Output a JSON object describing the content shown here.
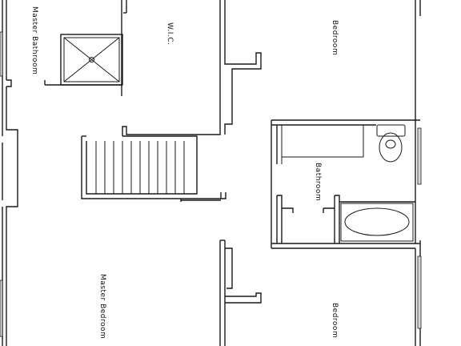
{
  "rooms": {
    "master_bathroom": "Master Bathroom",
    "wic": "W.I.C.",
    "bedroom_top": "Bedroom",
    "bathroom": "Bathroom",
    "master_bedroom": "Master Bedroom",
    "bedroom_bottom": "Bedroom"
  },
  "colors": {
    "wall": "#1a1a1a",
    "window": "#d9d9d9",
    "background": "#ffffff"
  }
}
